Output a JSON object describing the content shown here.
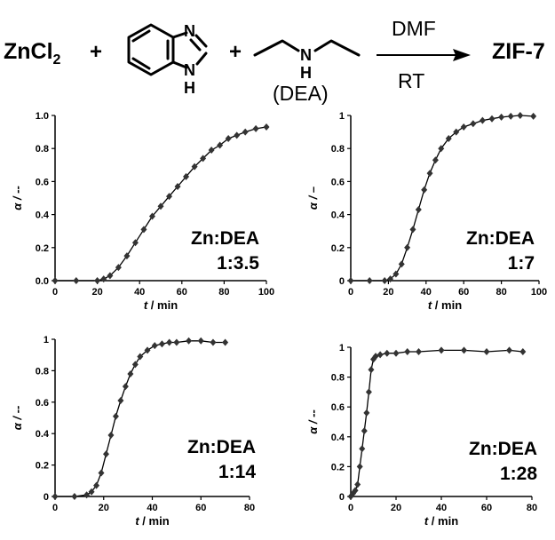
{
  "reaction": {
    "reactant1": "ZnCl",
    "reactant1_sub": "2",
    "plus1": "+",
    "ring_n": "N",
    "ring_nh": "N",
    "ring_h": "H",
    "plus2": "+",
    "amine_n": "N",
    "amine_h": "H",
    "amine_label": "(DEA)",
    "solvent": "DMF",
    "condition": "RT",
    "product": "ZIF-7"
  },
  "chart_data": [
    {
      "type": "scatter",
      "title": "",
      "xlabel": "t / min",
      "ylabel": "α / --",
      "annotation": [
        "Zn:DEA",
        "1:3.5"
      ],
      "xlim": [
        0,
        100
      ],
      "ylim": [
        0,
        1.0
      ],
      "xticks": [
        "0",
        "20",
        "40",
        "60",
        "80",
        "100"
      ],
      "yticks": [
        "0.0",
        "0.2",
        "0.4",
        "0.6",
        "0.8",
        "1.0"
      ],
      "grid": false,
      "series": [
        {
          "x": [
            0,
            10,
            20,
            23,
            26,
            30,
            34,
            38,
            42,
            46,
            50,
            54,
            58,
            62,
            66,
            70,
            74,
            78,
            82,
            86,
            90,
            95,
            100
          ],
          "y": [
            0,
            0,
            0,
            0.01,
            0.03,
            0.08,
            0.15,
            0.23,
            0.31,
            0.39,
            0.45,
            0.51,
            0.57,
            0.63,
            0.69,
            0.74,
            0.79,
            0.82,
            0.86,
            0.88,
            0.9,
            0.92,
            0.93
          ]
        }
      ]
    },
    {
      "type": "scatter",
      "title": "",
      "xlabel": "t / min",
      "ylabel": "α / –",
      "annotation": [
        "Zn:DEA",
        "1:7"
      ],
      "xlim": [
        0,
        100
      ],
      "ylim": [
        0,
        1
      ],
      "xticks": [
        "0",
        "20",
        "40",
        "60",
        "80",
        "100"
      ],
      "yticks": [
        "0",
        "0.2",
        "0.4",
        "0.6",
        "0.8",
        "1"
      ],
      "grid": false,
      "series": [
        {
          "x": [
            0,
            10,
            18,
            21,
            24,
            27,
            30,
            33,
            36,
            39,
            42,
            45,
            48,
            52,
            56,
            60,
            65,
            70,
            75,
            80,
            85,
            90,
            97
          ],
          "y": [
            0,
            0,
            0,
            0.01,
            0.04,
            0.1,
            0.2,
            0.31,
            0.43,
            0.55,
            0.65,
            0.73,
            0.8,
            0.86,
            0.9,
            0.93,
            0.95,
            0.97,
            0.98,
            0.99,
            0.995,
            1.0,
            0.995
          ]
        }
      ]
    },
    {
      "type": "scatter",
      "title": "",
      "xlabel": "t / min",
      "ylabel": "α / --",
      "annotation": [
        "Zn:DEA",
        "1:14"
      ],
      "xlim": [
        0,
        80
      ],
      "ylim": [
        0,
        1
      ],
      "xticks": [
        "0",
        "20",
        "40",
        "60",
        "80"
      ],
      "yticks": [
        "0",
        "0.2",
        "0.4",
        "0.6",
        "0.8",
        "1"
      ],
      "grid": false,
      "series": [
        {
          "x": [
            0,
            8,
            13,
            15,
            17,
            19,
            21,
            23,
            25,
            27,
            29,
            31,
            33,
            35,
            38,
            41,
            44,
            47,
            50,
            55,
            60,
            65,
            70
          ],
          "y": [
            0,
            0,
            0.01,
            0.03,
            0.07,
            0.15,
            0.27,
            0.39,
            0.51,
            0.61,
            0.7,
            0.78,
            0.84,
            0.89,
            0.93,
            0.96,
            0.97,
            0.98,
            0.98,
            0.99,
            0.99,
            0.98,
            0.98
          ]
        }
      ]
    },
    {
      "type": "scatter",
      "title": "",
      "xlabel": "t / min",
      "ylabel": "α / --",
      "annotation": [
        "Zn:DEA",
        "1:28"
      ],
      "xlim": [
        0,
        80
      ],
      "ylim": [
        0,
        1
      ],
      "xticks": [
        "0",
        "20",
        "40",
        "60",
        "80"
      ],
      "yticks": [
        "0",
        "0.2",
        "0.4",
        "0.6",
        "0.8",
        "1"
      ],
      "grid": false,
      "series": [
        {
          "x": [
            0,
            1,
            2,
            3,
            4,
            5,
            6,
            7,
            8,
            9,
            10,
            11,
            13,
            16,
            20,
            25,
            30,
            40,
            50,
            60,
            70,
            76
          ],
          "y": [
            0,
            0.02,
            0.04,
            0.08,
            0.2,
            0.32,
            0.44,
            0.56,
            0.7,
            0.85,
            0.92,
            0.94,
            0.95,
            0.96,
            0.96,
            0.97,
            0.97,
            0.98,
            0.98,
            0.97,
            0.98,
            0.97
          ]
        }
      ]
    }
  ]
}
